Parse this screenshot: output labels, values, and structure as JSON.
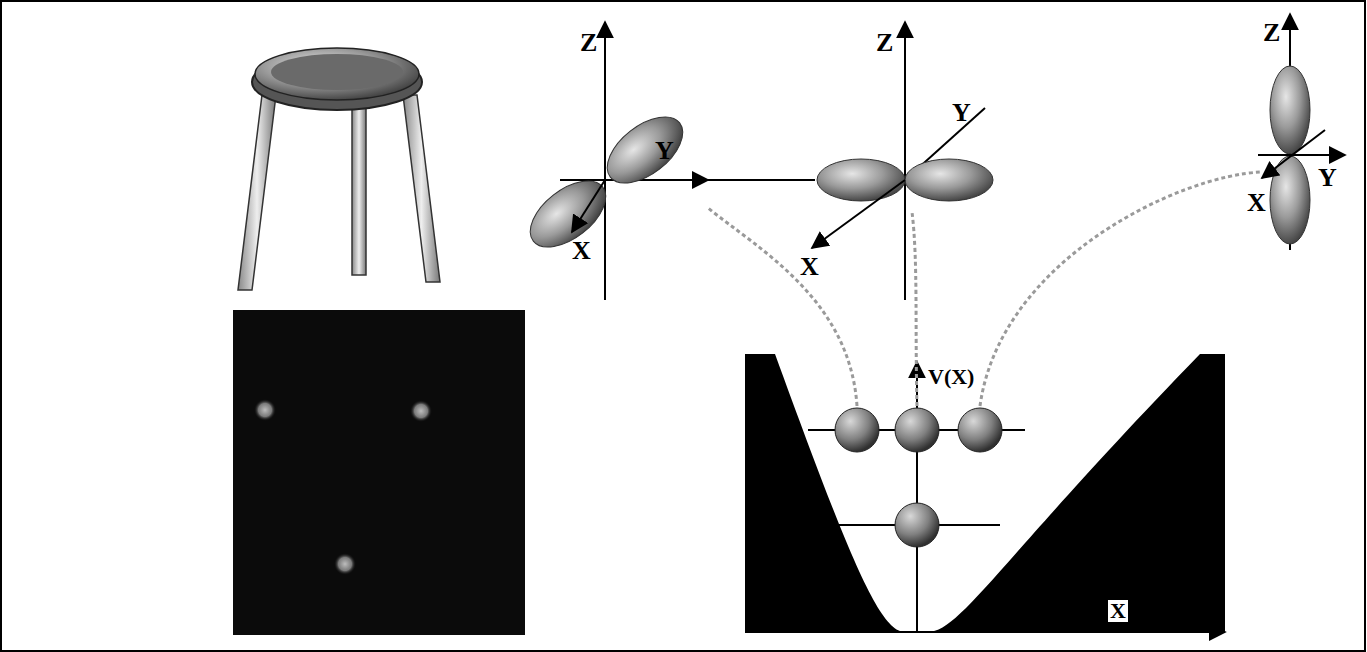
{
  "diagram": {
    "labels": [
      "Z",
      "Y",
      "X",
      "Z",
      "Y",
      "X",
      "Z",
      "Y",
      "X",
      "V(X)",
      "X"
    ]
  }
}
